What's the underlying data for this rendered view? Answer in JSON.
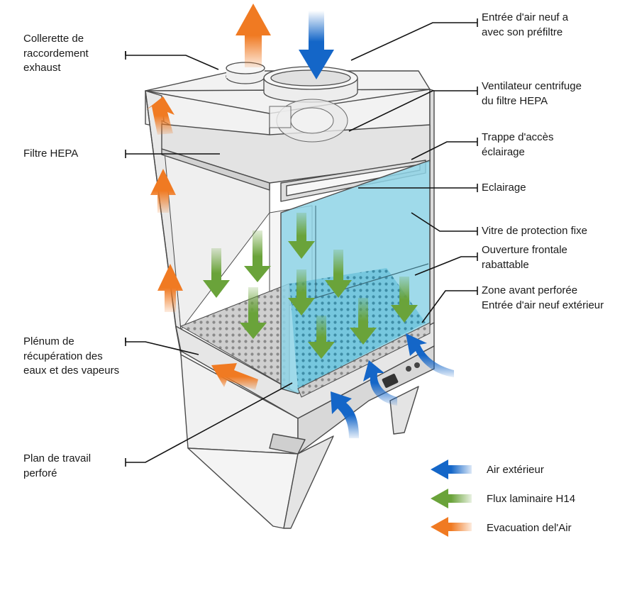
{
  "labels": {
    "collerette": [
      "Collerette de",
      "raccordement",
      "exhaust"
    ],
    "entree_air": [
      "Entrée d'air neuf a",
      "avec son préfiltre"
    ],
    "ventilateur": [
      "Ventilateur centrifuge",
      "du filtre HEPA"
    ],
    "filtre_hepa": [
      "Filtre HEPA"
    ],
    "trappe": [
      "Trappe d'accès",
      "éclairage"
    ],
    "eclairage": [
      "Eclairage"
    ],
    "vitre": [
      "Vitre de protection fixe"
    ],
    "ouverture": [
      "Ouverture frontale",
      "rabattable"
    ],
    "zone_avant": [
      "Zone avant perforée",
      "Entrée d'air neuf extérieur"
    ],
    "plenum": [
      "Plénum de",
      "récupération des",
      "eaux et des vapeurs"
    ],
    "plan_travail": [
      "Plan de travail",
      "perforé"
    ]
  },
  "legend": [
    {
      "label": "Air extérieur",
      "color": "#1466c8",
      "icon": "blue-arrow-left-icon"
    },
    {
      "label": "Flux laminaire H14",
      "color": "#6aa33a",
      "icon": "green-arrow-left-icon"
    },
    {
      "label": "Evacuation del'Air",
      "color": "#f07a22",
      "icon": "orange-arrow-left-icon"
    }
  ],
  "colors": {
    "blue": "#1466c8",
    "green": "#6aa33a",
    "orange": "#f07a22",
    "glass": "#8ed3e6",
    "frame": "#4a4a4a"
  }
}
